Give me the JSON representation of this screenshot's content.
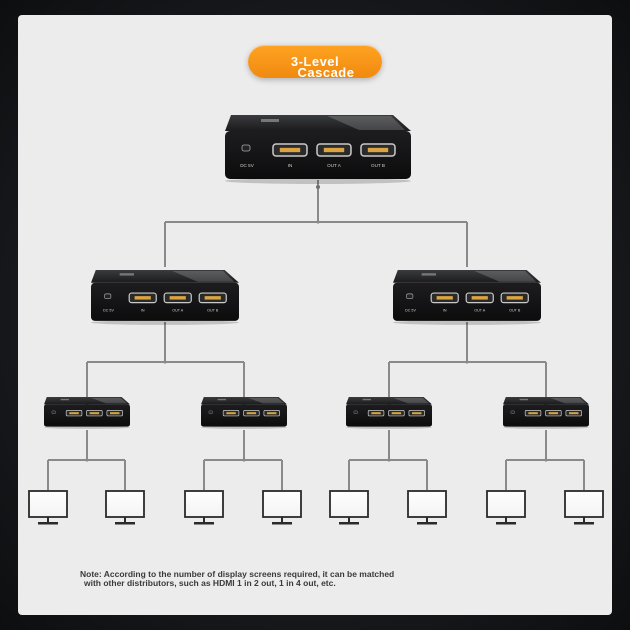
{
  "badge": {
    "line1": "3-Level",
    "line2": "Cascade",
    "color": "#f7941d"
  },
  "device_labels": {
    "power": "DC 5V",
    "in": "IN",
    "out_a": "OUT A",
    "out_b": "OUT B"
  },
  "structure": {
    "levels": 3,
    "level1_splitters": 1,
    "level2_splitters": 2,
    "level3_splitters": 4,
    "monitors": 8
  },
  "note": {
    "line1": "Note: According to the number of display screens required, it can be matched",
    "line2": "with other distributors, such as HDMI 1 in 2 out, 1 in 4 out, etc."
  },
  "colors": {
    "background": "#1a1c1f",
    "panel": "#ececec",
    "connector": "#8a8a8a",
    "device": "#1c1c1e"
  }
}
